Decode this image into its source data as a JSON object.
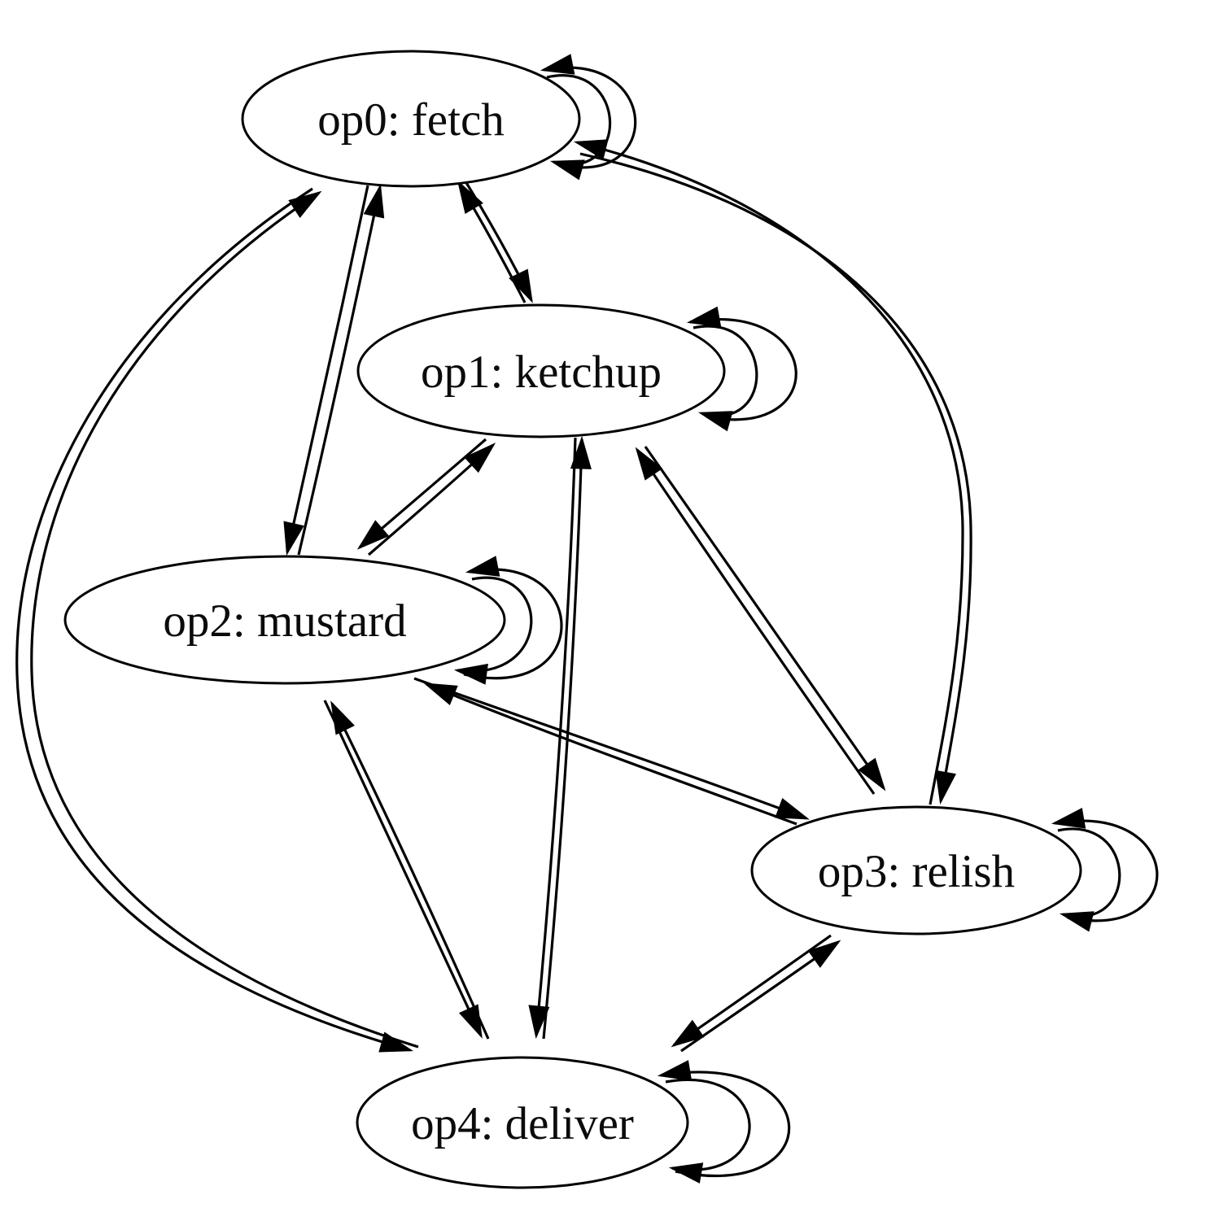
{
  "diagram": {
    "type": "directed-graph",
    "background_color": "#ffffff",
    "line_color": "#000000",
    "text_color": "#0b0b0b",
    "nodes": [
      {
        "id": "op0",
        "label": "op0: fetch"
      },
      {
        "id": "op1",
        "label": "op1: ketchup"
      },
      {
        "id": "op2",
        "label": "op2: mustard"
      },
      {
        "id": "op3",
        "label": "op3: relish"
      },
      {
        "id": "op4",
        "label": "op4: deliver"
      }
    ],
    "edges": [
      {
        "from": "op0",
        "to": "op0",
        "type": "self-loop-inner"
      },
      {
        "from": "op0",
        "to": "op0",
        "type": "self-loop-outer"
      },
      {
        "from": "op1",
        "to": "op1",
        "type": "self-loop-inner"
      },
      {
        "from": "op1",
        "to": "op1",
        "type": "self-loop-outer"
      },
      {
        "from": "op2",
        "to": "op2",
        "type": "self-loop-inner"
      },
      {
        "from": "op2",
        "to": "op2",
        "type": "self-loop-outer"
      },
      {
        "from": "op3",
        "to": "op3",
        "type": "self-loop-inner"
      },
      {
        "from": "op3",
        "to": "op3",
        "type": "self-loop-outer"
      },
      {
        "from": "op4",
        "to": "op4",
        "type": "self-loop-inner"
      },
      {
        "from": "op4",
        "to": "op4",
        "type": "self-loop-outer"
      },
      {
        "from": "op0",
        "to": "op1",
        "type": "arc"
      },
      {
        "from": "op1",
        "to": "op0",
        "type": "arc"
      },
      {
        "from": "op0",
        "to": "op2",
        "type": "arc"
      },
      {
        "from": "op2",
        "to": "op0",
        "type": "arc"
      },
      {
        "from": "op0",
        "to": "op3",
        "type": "arc"
      },
      {
        "from": "op3",
        "to": "op0",
        "type": "arc"
      },
      {
        "from": "op0",
        "to": "op4",
        "type": "arc"
      },
      {
        "from": "op4",
        "to": "op0",
        "type": "arc"
      },
      {
        "from": "op1",
        "to": "op2",
        "type": "arc"
      },
      {
        "from": "op2",
        "to": "op1",
        "type": "arc"
      },
      {
        "from": "op1",
        "to": "op3",
        "type": "arc"
      },
      {
        "from": "op3",
        "to": "op1",
        "type": "arc"
      },
      {
        "from": "op1",
        "to": "op4",
        "type": "arc"
      },
      {
        "from": "op4",
        "to": "op1",
        "type": "arc"
      },
      {
        "from": "op2",
        "to": "op3",
        "type": "arc"
      },
      {
        "from": "op3",
        "to": "op2",
        "type": "arc"
      },
      {
        "from": "op2",
        "to": "op4",
        "type": "arc"
      },
      {
        "from": "op4",
        "to": "op2",
        "type": "arc"
      },
      {
        "from": "op3",
        "to": "op4",
        "type": "arc"
      },
      {
        "from": "op4",
        "to": "op3",
        "type": "arc"
      }
    ]
  }
}
